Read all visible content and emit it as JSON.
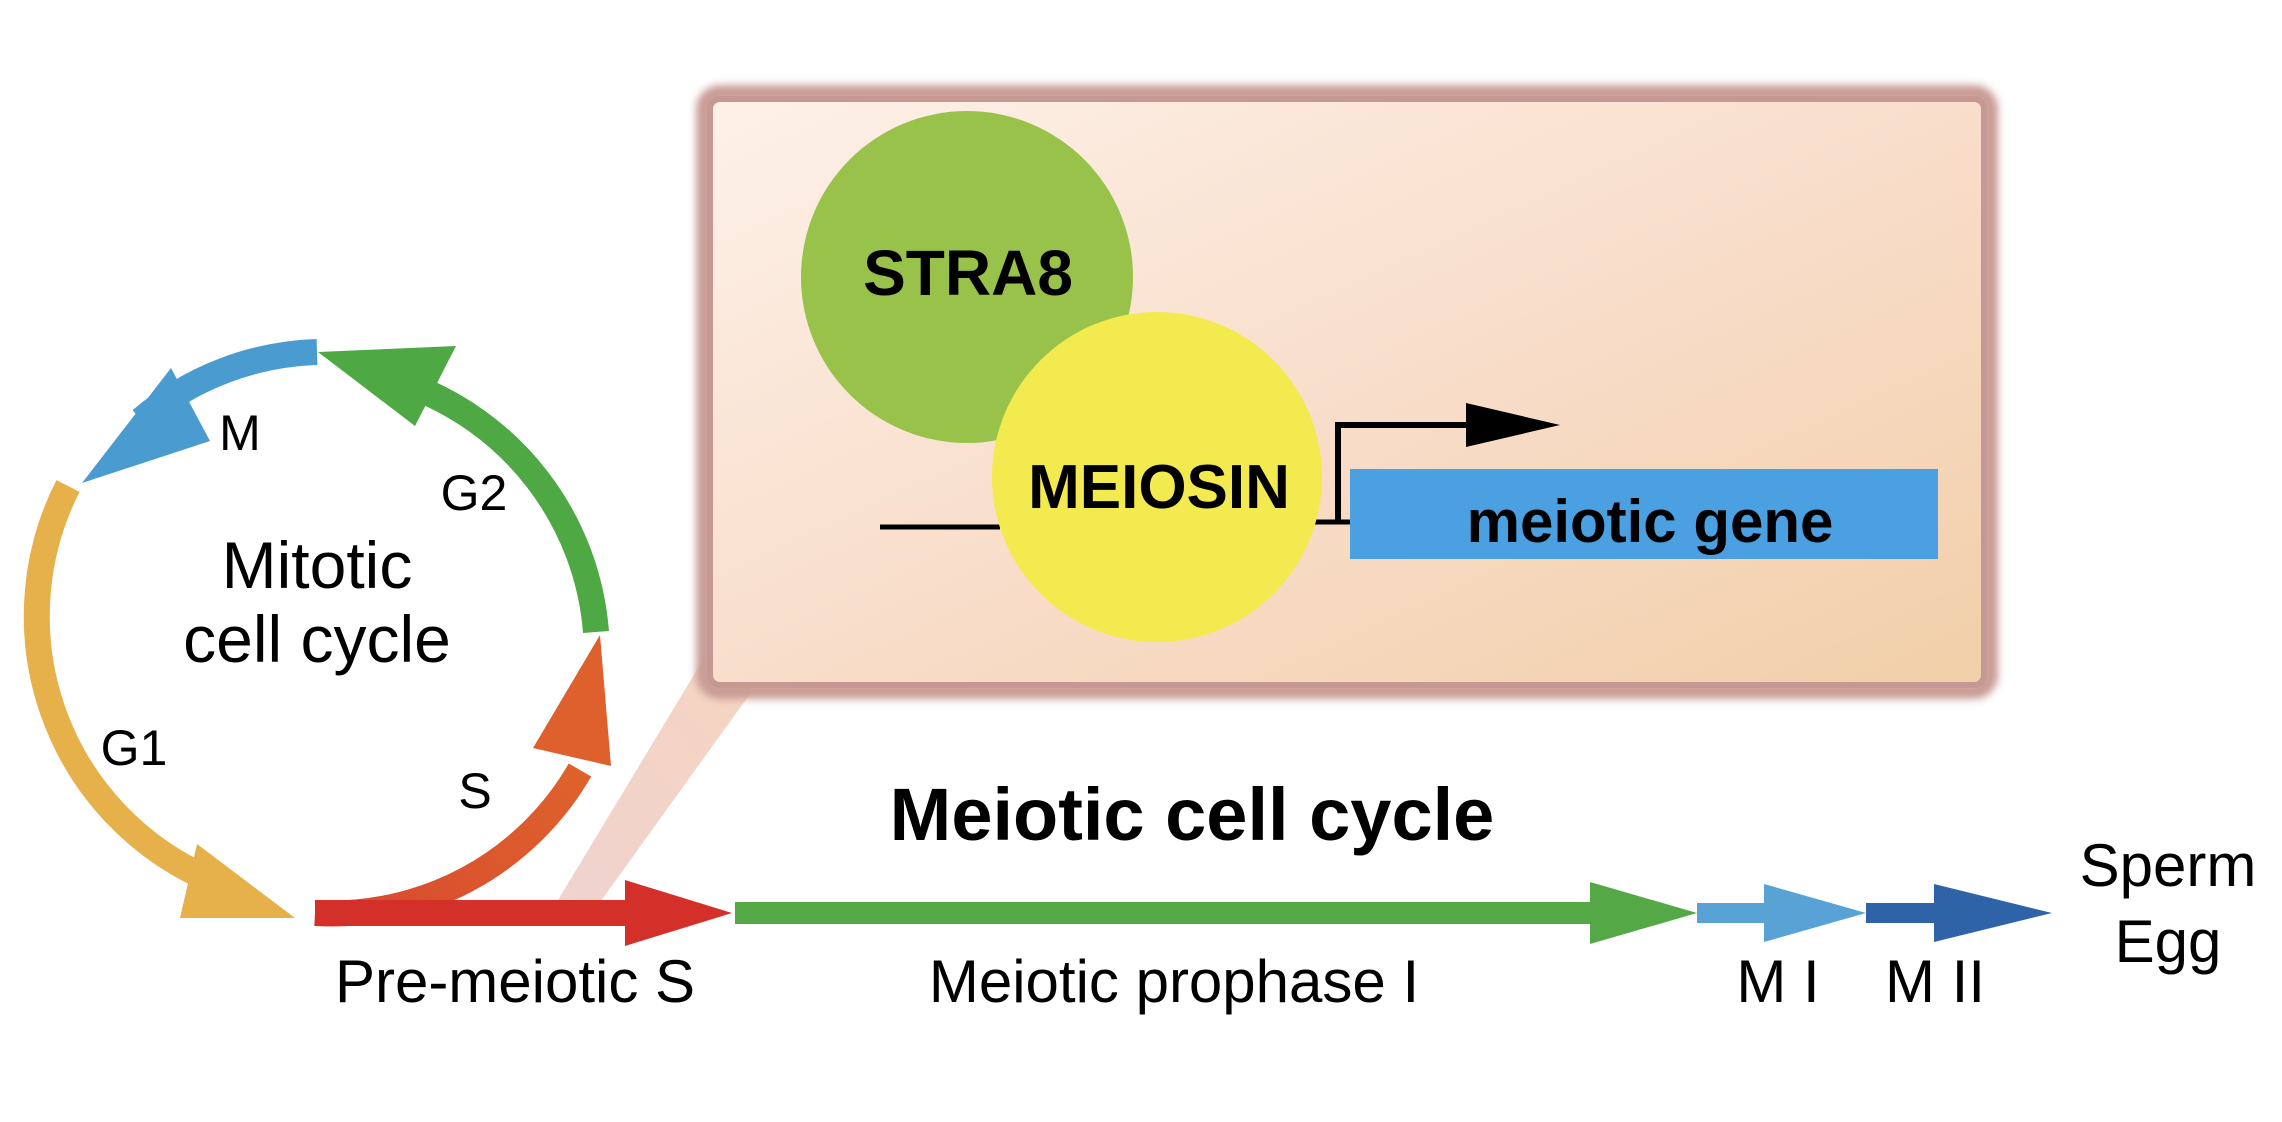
{
  "mitotic": {
    "title_line1": "Mitotic",
    "title_line2": "cell cycle",
    "phases": {
      "m": "M",
      "g2": "G2",
      "g1": "G1",
      "s": "S"
    }
  },
  "inset": {
    "stra8": "STRA8",
    "meiosin": "MEIOSIN",
    "gene": "meiotic gene"
  },
  "meiotic": {
    "title": "Meiotic cell cycle",
    "stages": {
      "pre_meiotic_s": "Pre-meiotic S",
      "prophase": "Meiotic prophase I",
      "m1": "M I",
      "m2": "M II"
    },
    "outcome_line1": "Sperm",
    "outcome_line2": "Egg"
  },
  "colors": {
    "m_phase": "#4a9bd0",
    "g2_phase": "#4ea843",
    "g1_phase": "#e6b04b",
    "s_phase": "#dd5f2c",
    "pre_meiotic_s": "#d3302a",
    "prophase": "#54a846",
    "m1": "#58a2d6",
    "m2": "#2e63a8",
    "stra8": "#98c24a",
    "meiosin": "#f2ea4e",
    "gene_box": "#4aa0e0"
  }
}
